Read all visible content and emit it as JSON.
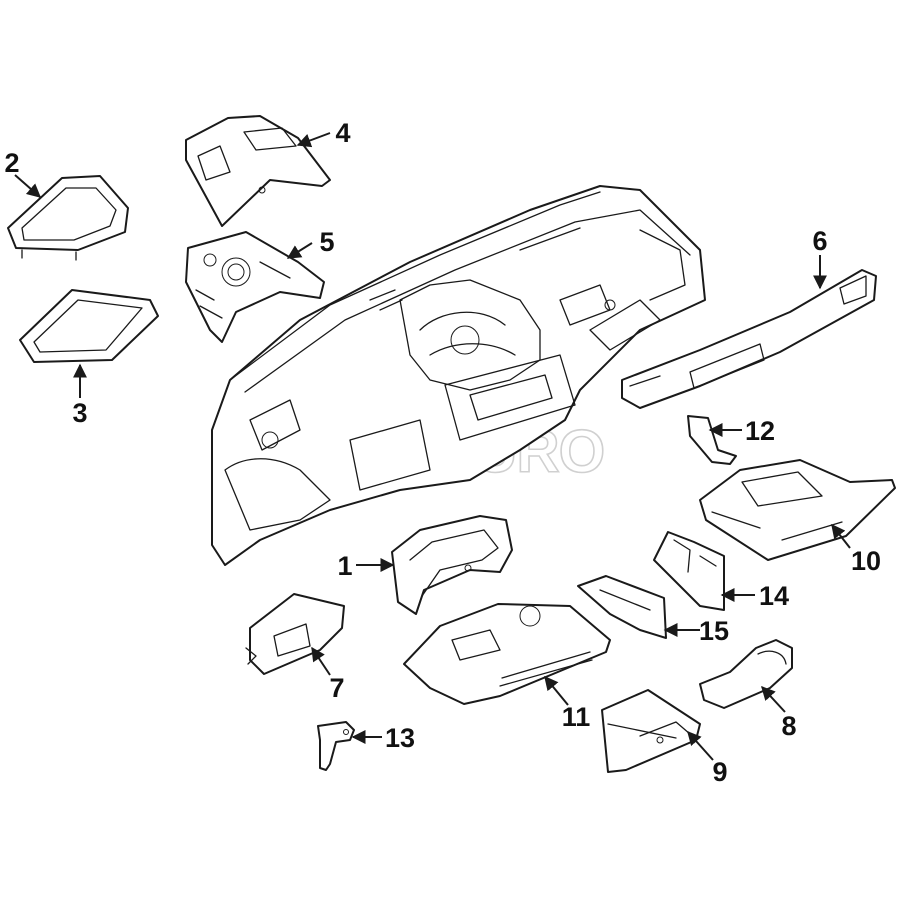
{
  "watermark": {
    "text": "FCPEURO",
    "reg_mark": "®"
  },
  "callouts": [
    {
      "id": "1",
      "label": "1"
    },
    {
      "id": "2",
      "label": "2"
    },
    {
      "id": "3",
      "label": "3"
    },
    {
      "id": "4",
      "label": "4"
    },
    {
      "id": "5",
      "label": "5"
    },
    {
      "id": "6",
      "label": "6"
    },
    {
      "id": "7",
      "label": "7"
    },
    {
      "id": "8",
      "label": "8"
    },
    {
      "id": "9",
      "label": "9"
    },
    {
      "id": "10",
      "label": "10"
    },
    {
      "id": "11",
      "label": "11"
    },
    {
      "id": "12",
      "label": "12"
    },
    {
      "id": "13",
      "label": "13"
    },
    {
      "id": "14",
      "label": "14"
    },
    {
      "id": "15",
      "label": "15"
    }
  ],
  "colors": {
    "line": "#1a1a1a",
    "background": "#ffffff",
    "watermark": "#d0d0d0"
  }
}
